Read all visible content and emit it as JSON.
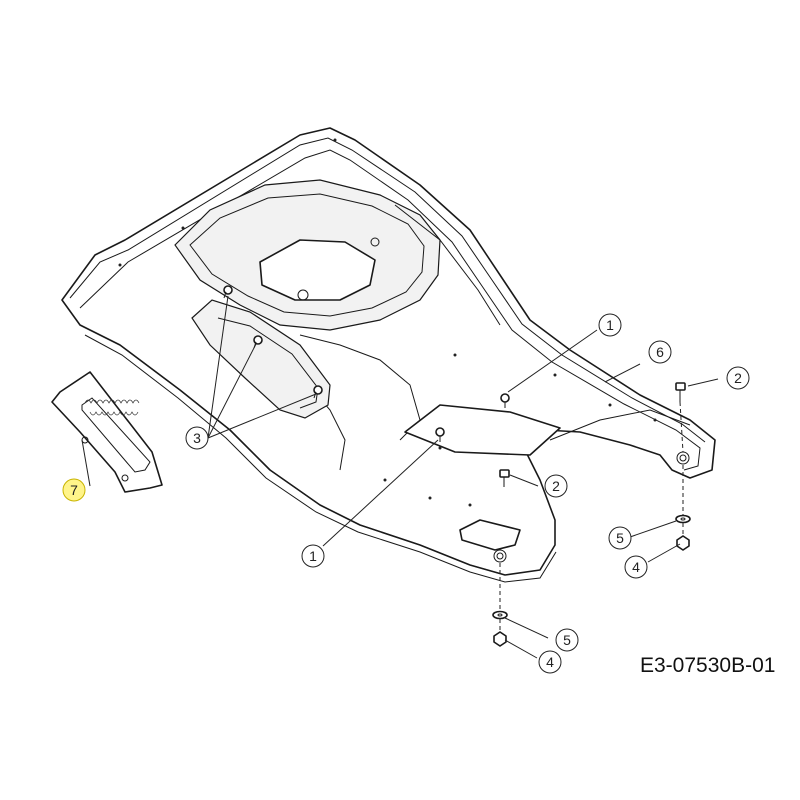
{
  "drawing": {
    "code": "E3-07530B-01"
  },
  "callouts": [
    {
      "id": "c1a",
      "label": "1"
    },
    {
      "id": "c1b",
      "label": "1"
    },
    {
      "id": "c2a",
      "label": "2"
    },
    {
      "id": "c2b",
      "label": "2"
    },
    {
      "id": "c3",
      "label": "3"
    },
    {
      "id": "c4a",
      "label": "4"
    },
    {
      "id": "c4b",
      "label": "4"
    },
    {
      "id": "c5a",
      "label": "5"
    },
    {
      "id": "c5b",
      "label": "5"
    },
    {
      "id": "c6",
      "label": "6"
    },
    {
      "id": "c7",
      "label": "7"
    }
  ],
  "colors": {
    "line": "#1a1a1a",
    "highlight": "#fff48a"
  }
}
